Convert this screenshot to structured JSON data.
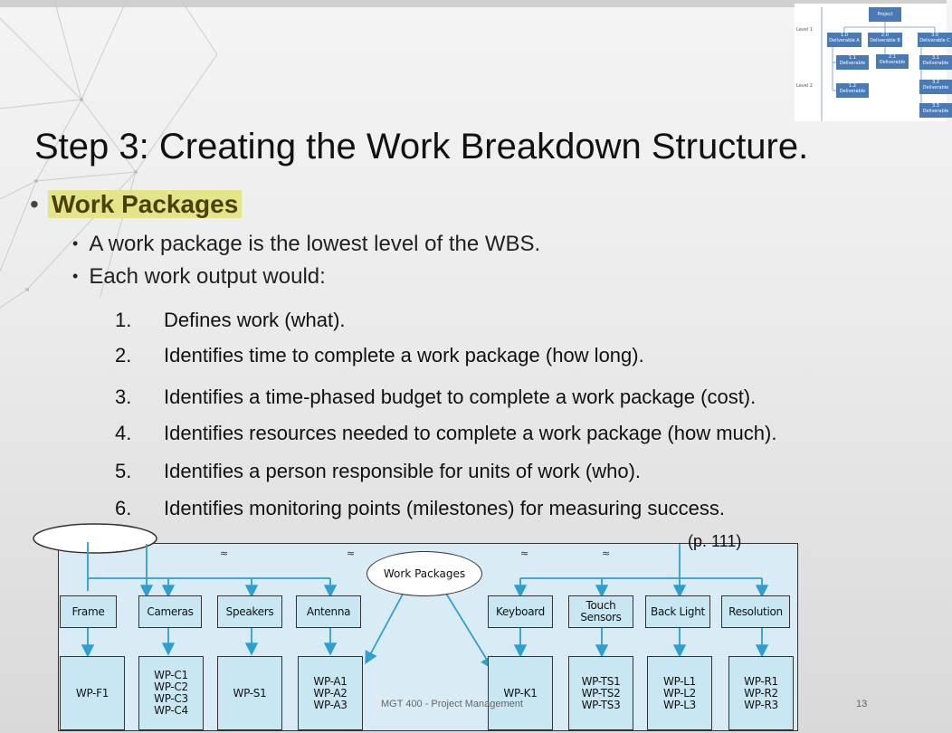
{
  "slide": {
    "title": "Step 3: Creating the Work Breakdown Structure.",
    "bullet_marker": "•",
    "heading": "Work Packages",
    "sub_bullets": [
      "A work package is the lowest level of the WBS.",
      "Each work output would:"
    ],
    "list": [
      {
        "num": "1.",
        "text": "Defines work (what)."
      },
      {
        "num": "2.",
        "text": "Identifies time to complete a work package (how long)."
      },
      {
        "num": "3.",
        "text": "Identifies a time-phased budget to complete a work package (cost)."
      },
      {
        "num": "4.",
        "text": "Identifies resources needed to complete a work package (how much)."
      },
      {
        "num": "5.",
        "text": "Identifies a person responsible for units of work (who)."
      },
      {
        "num": "6.",
        "text": "Identifies monitoring points (milestones) for measuring success."
      }
    ],
    "page_ref": "(p. 111)",
    "footer": "MGT 400 - Project Management",
    "page_number": "13"
  },
  "thumbnail": {
    "project": "Project",
    "level1": "Level 1",
    "level2": "Level 2",
    "d1": "1.0 Deliverable A",
    "d2": "2.0 Deliverable B",
    "d3": "3.0 Deliverable C",
    "d11": "1.1 Deliverable",
    "d12": "1.2 Deliverable",
    "d21": "2.1 Deliverable",
    "d31": "3.1 Deliverable",
    "d32": "3.2 Deliverable",
    "d33": "3.3 Deliverable"
  },
  "diagram": {
    "callout": "Work Packages",
    "top_items": [
      "Frame",
      "Cameras",
      "Speakers",
      "Antenna",
      "Keyboard",
      "Touch Sensors",
      "Back Light",
      "Resolution"
    ],
    "packages": [
      "WP-F1",
      "WP-C1\nWP-C2\nWP-C3\nWP-C4",
      "WP-S1",
      "WP-A1\nWP-A2\nWP-A3",
      "WP-K1",
      "WP-TS1\nWP-TS2\nWP-TS3",
      "WP-L1\nWP-L2\nWP-L3",
      "WP-R1\nWP-R2\nWP-R3"
    ],
    "colors": {
      "box": "#c9e7f3",
      "line": "#2f9fd0",
      "background": "#d9ecf5"
    }
  }
}
